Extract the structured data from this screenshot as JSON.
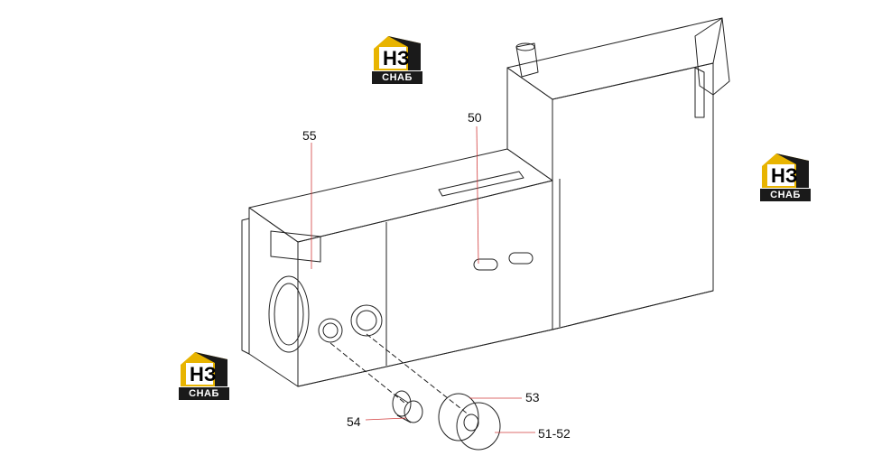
{
  "labels": {
    "p50": "50",
    "p55": "55",
    "p53": "53",
    "p54": "54",
    "p51_52": "51-52"
  },
  "logo": {
    "mark": "НЗ",
    "sub": "СНАБ",
    "gold": "#e8b400",
    "dark": "#1a1a1a"
  },
  "colors": {
    "line": "#222222",
    "leader": "#d23b3b"
  }
}
